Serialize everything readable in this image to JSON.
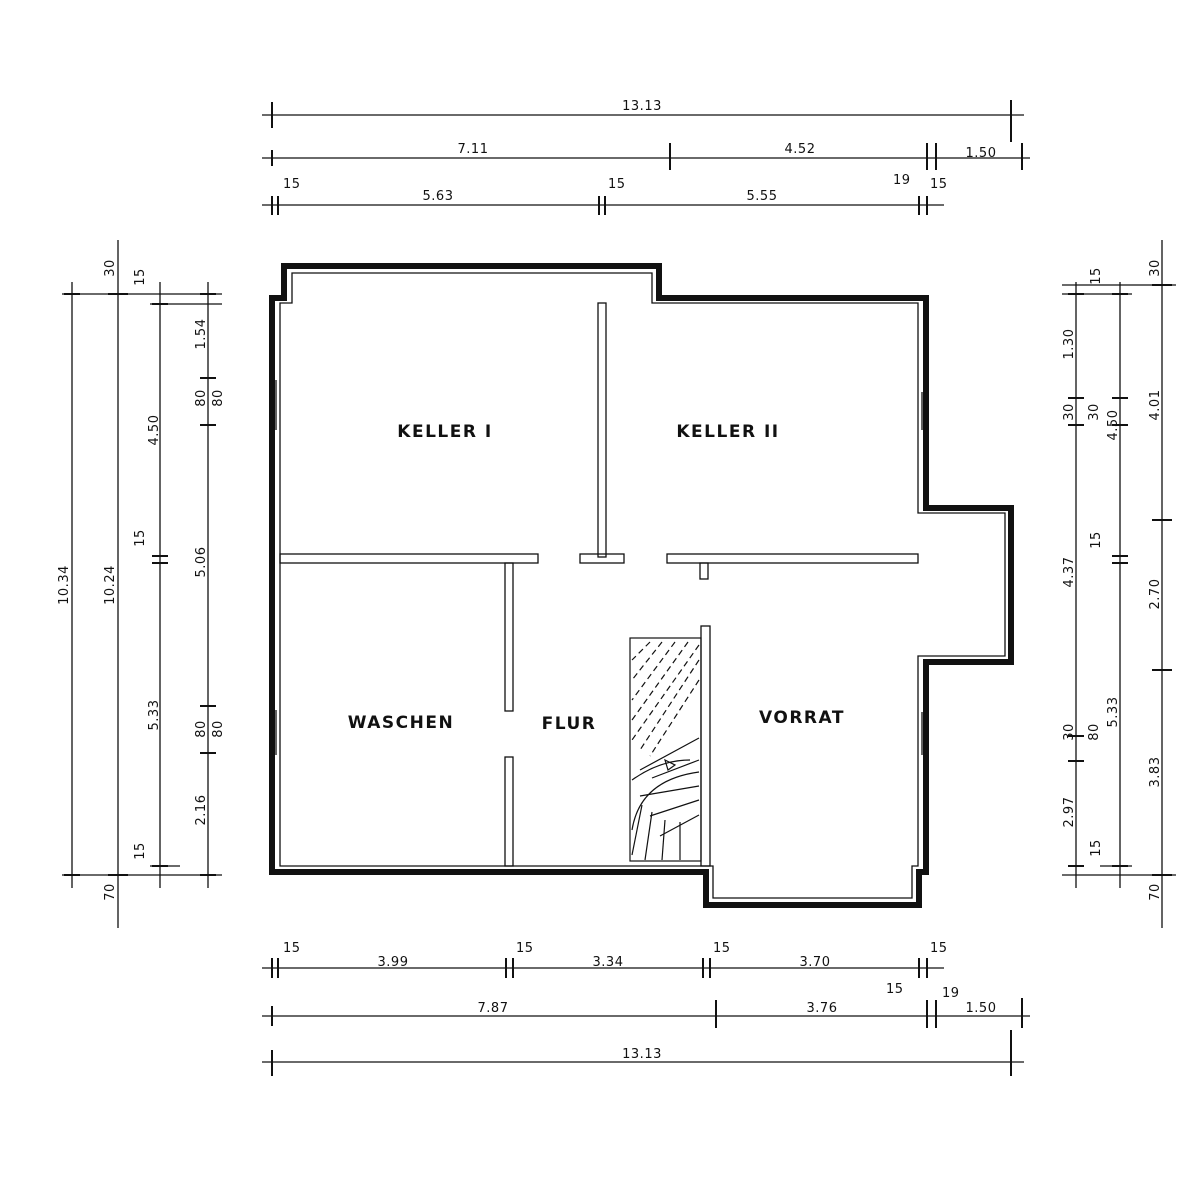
{
  "rooms": {
    "keller1": "KELLER I",
    "keller2": "KELLER II",
    "waschen": "WASCHEN",
    "flur": "FLUR",
    "vorrat": "VORRAT"
  },
  "top_dims": {
    "overall": "13.13",
    "row2": [
      "7.11",
      "4.52",
      "1.50"
    ],
    "row3_segments": [
      "5.63",
      "5.55"
    ],
    "row3_walls": [
      "15",
      "15",
      "19",
      "15"
    ]
  },
  "bottom_dims": {
    "row1_walls": [
      "15",
      "15",
      "15",
      "15"
    ],
    "row1_segments": [
      "3.99",
      "3.34",
      "3.70"
    ],
    "row2": [
      "7.87",
      "3.76",
      "1.50"
    ],
    "row2_walls": [
      "15",
      "19"
    ],
    "overall": "13.13"
  },
  "left_dims": {
    "overall_a": "10.34",
    "overall_b": "10.24",
    "top_offset": "30",
    "bottom_offset": "70",
    "col3": [
      "15",
      "4.50",
      "15",
      "5.33",
      "15"
    ],
    "col4": [
      "1.54",
      "80",
      "80",
      "5.06",
      "80",
      "80",
      "2.16"
    ]
  },
  "right_dims": {
    "top_offset": "30",
    "bottom_offset": "70",
    "col1": [
      "15",
      "1.30",
      "30",
      "4.37",
      "30",
      "2.97",
      "15"
    ],
    "col2": [
      "30",
      "4.50",
      "15",
      "80",
      "5.33"
    ],
    "col3": [
      "4.01",
      "2.70",
      "3.83"
    ]
  }
}
